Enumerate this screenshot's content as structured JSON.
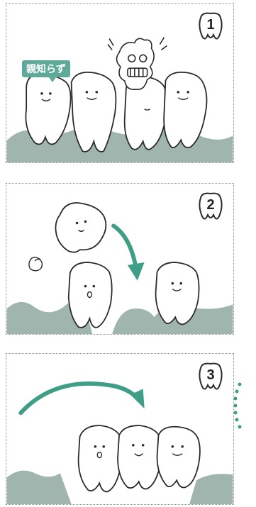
{
  "panels": [
    {
      "number": "1",
      "label": "親知らず"
    },
    {
      "number": "2"
    },
    {
      "number": "3"
    }
  ],
  "colors": {
    "gum": "#9fb5ae",
    "accent": "#3f9f86",
    "outline": "#2a2a2a"
  },
  "icons": [
    "tooth-number-badge",
    "tooth",
    "curved-arrow",
    "spiral"
  ]
}
